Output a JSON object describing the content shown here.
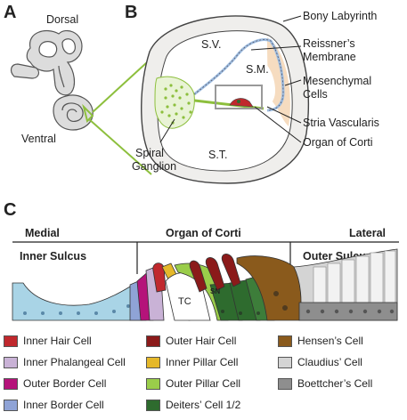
{
  "panels": {
    "a": "A",
    "b": "B",
    "c": "C"
  },
  "panel_a": {
    "dorsal": "Dorsal",
    "ventral": "Ventral"
  },
  "panel_b": {
    "sv": "S.V.",
    "sm": "S.M.",
    "st": "S.T.",
    "bony_labyrinth": "Bony Labyrinth",
    "reissner_1": "Reissner’s",
    "reissner_2": "Membrane",
    "mesenchymal_1": "Mesenchymal",
    "mesenchymal_2": "Cells",
    "stria": "Stria Vascularis",
    "organ_corti": "Organ of Corti",
    "spiral_1": "Spiral",
    "spiral_2": "Ganglion"
  },
  "panel_c": {
    "medial": "Medial",
    "organ_corti": "Organ of Corti",
    "lateral": "Lateral",
    "inner_sulcus": "Inner Sulcus",
    "outer_sulcus": "Outer Sulcus",
    "tc": "TC",
    "sn": "SN"
  },
  "legend": [
    {
      "label": "Inner Hair Cell",
      "color": "#c0282d"
    },
    {
      "label": "Inner Phalangeal Cell",
      "color": "#c9b2d6"
    },
    {
      "label": "Outer Border Cell",
      "color": "#b5137a"
    },
    {
      "label": "Inner Border Cell",
      "color": "#8fa3d6"
    },
    {
      "label": "Outer Hair Cell",
      "color": "#8b1a1a"
    },
    {
      "label": "Inner Pillar Cell",
      "color": "#e5b82a"
    },
    {
      "label": "Outer Pillar Cell",
      "color": "#9acd4a"
    },
    {
      "label": "Deiters’ Cell 1/2",
      "color": "#2e6b2e"
    },
    {
      "label": "Hensen’s Cell",
      "color": "#8a5a1c"
    },
    {
      "label": "Claudius’ Cell",
      "color": "#d4d4d4"
    },
    {
      "label": "Boettcher’s Cell",
      "color": "#8e8e8e"
    }
  ],
  "colors": {
    "labyrinth_fill": "#efeeec",
    "mesenchyme": "#f6dcc0",
    "membrane_blue": "#9fbde0",
    "ganglion_green": "#8dbf3d",
    "epithelium_blue": "#a9d4e6",
    "guide_green": "#8dbf3d",
    "box_gray": "#999999"
  }
}
